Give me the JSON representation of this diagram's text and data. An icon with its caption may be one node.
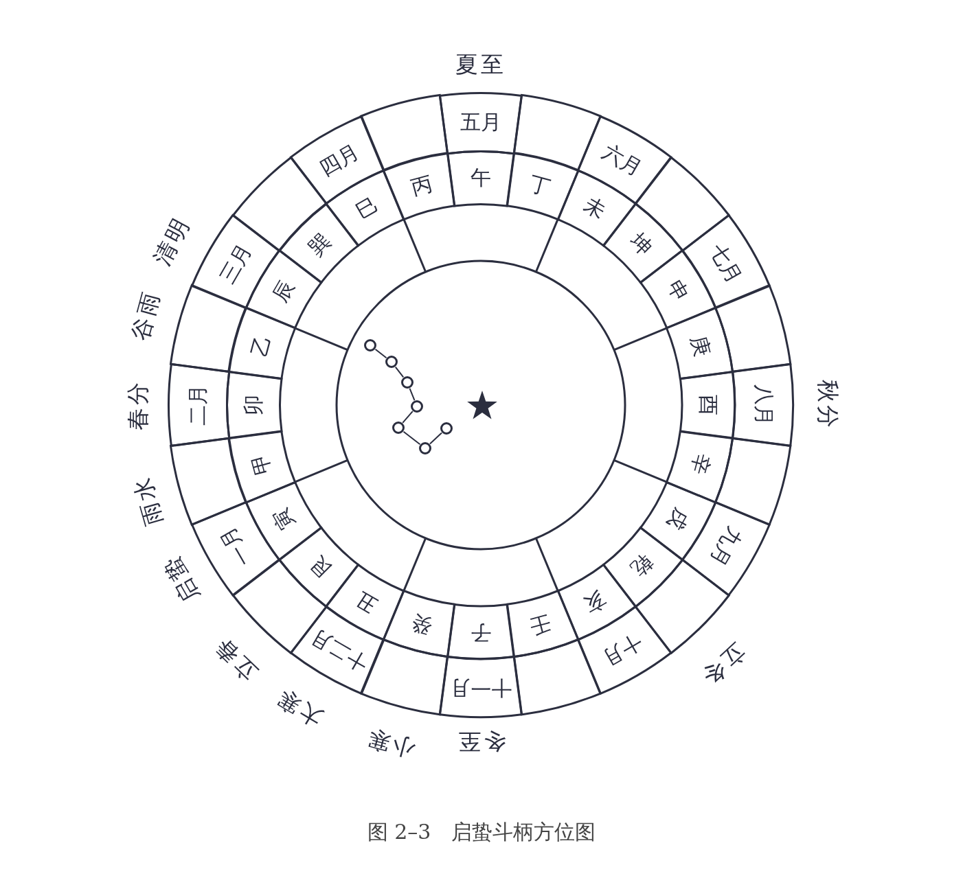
{
  "diagram": {
    "caption": "图 2–3　启蛰斗柄方位图",
    "nodes": [
      {
        "text": [
          "五月"
        ]
      },
      {
        "text": [],
        "shape": "sector"
      },
      {
        "text": [
          "六月"
        ]
      },
      {
        "text": [],
        "shape": "sector"
      },
      {
        "text": [
          "七月"
        ]
      },
      {
        "text": [],
        "shape": "sector"
      },
      {
        "text": [
          "八月"
        ]
      },
      {
        "text": [],
        "shape": "sector"
      },
      {
        "text": [
          "九月"
        ]
      },
      {
        "text": [],
        "shape": "sector"
      },
      {
        "text": [
          "十月"
        ]
      },
      {
        "text": [],
        "shape": "sector"
      },
      {
        "text": [
          "十一月"
        ]
      },
      {
        "text": [],
        "shape": "sector"
      },
      {
        "text": [
          "十二月"
        ]
      },
      {
        "text": [],
        "shape": "sector"
      },
      {
        "text": [
          "一月"
        ]
      },
      {
        "text": [],
        "shape": "sector"
      },
      {
        "text": [
          "二月"
        ]
      },
      {
        "text": [],
        "shape": "sector"
      },
      {
        "text": [
          "三月"
        ]
      },
      {
        "text": [],
        "shape": "sector"
      },
      {
        "text": [
          "四月"
        ]
      },
      {
        "text": [],
        "shape": "sector"
      },
      {
        "text": [
          "午"
        ]
      },
      {
        "text": [
          "丁"
        ]
      },
      {
        "text": [
          "未"
        ]
      },
      {
        "text": [
          "坤"
        ]
      },
      {
        "text": [
          "申"
        ]
      },
      {
        "text": [
          "庚"
        ]
      },
      {
        "text": [
          "酉"
        ]
      },
      {
        "text": [
          "辛"
        ]
      },
      {
        "text": [
          "戌"
        ]
      },
      {
        "text": [
          "乾"
        ]
      },
      {
        "text": [
          "亥"
        ]
      },
      {
        "text": [
          "壬"
        ]
      },
      {
        "text": [
          "子"
        ]
      },
      {
        "text": [
          "癸"
        ]
      },
      {
        "text": [
          "丑"
        ]
      },
      {
        "text": [
          "艮"
        ]
      },
      {
        "text": [
          "寅"
        ]
      },
      {
        "text": [
          "甲"
        ]
      },
      {
        "text": [
          "卯"
        ]
      },
      {
        "text": [
          "乙"
        ]
      },
      {
        "text": [
          "辰"
        ]
      },
      {
        "text": [
          "巽"
        ]
      },
      {
        "text": [
          "巳"
        ]
      },
      {
        "text": [
          "丙"
        ]
      },
      {
        "text": [],
        "shape": "circle"
      },
      {
        "text": [],
        "shape": "circle"
      },
      {
        "text": [],
        "shape": "circle"
      },
      {
        "text": [],
        "shape": "circle"
      },
      {
        "text": [],
        "shape": "circle"
      },
      {
        "text": [],
        "shape": "circle"
      },
      {
        "text": [],
        "shape": "circle"
      }
    ],
    "edges": [
      {
        "from": 48,
        "to": 49,
        "arrow": "none"
      },
      {
        "from": 49,
        "to": 50,
        "arrow": "none"
      },
      {
        "from": 50,
        "to": 51,
        "arrow": "none"
      },
      {
        "from": 51,
        "to": 52,
        "arrow": "none"
      },
      {
        "from": 52,
        "to": 53,
        "arrow": "none"
      },
      {
        "from": 53,
        "to": 54,
        "arrow": "none"
      }
    ],
    "labels": [
      "夏至",
      "秋分",
      "立冬",
      "冬至",
      "小寒",
      "大寒",
      "立春",
      "启蛰",
      "雨水",
      "春分",
      "谷雨",
      "清明"
    ]
  }
}
